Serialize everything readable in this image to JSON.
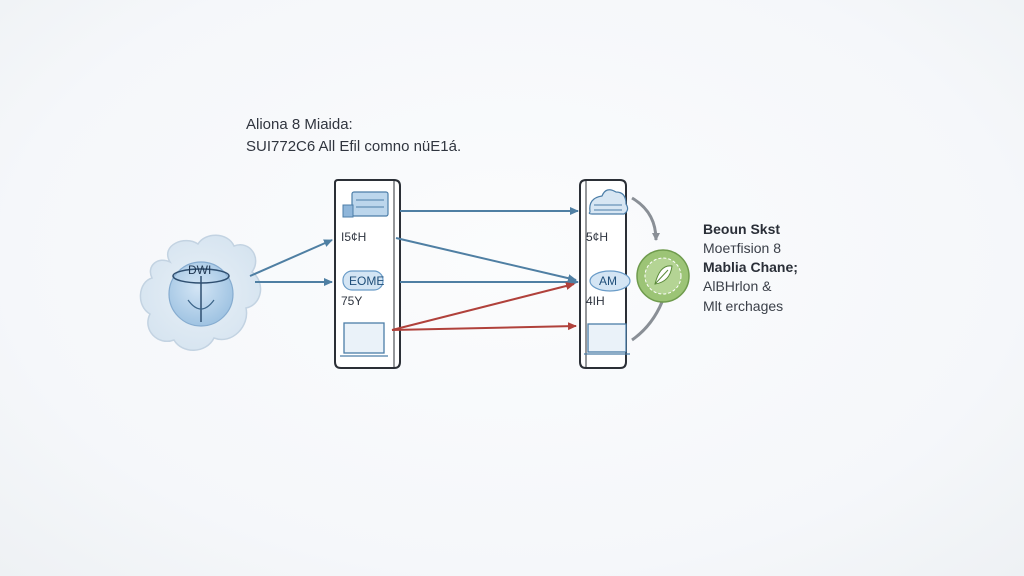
{
  "header": {
    "line1": "Aliona 8 Miaida:",
    "line2": "SUI772C6 All Efil comno nüE1á."
  },
  "cloud": {
    "label": "DWI"
  },
  "left_panel": {
    "label_top": "I5¢H",
    "pill": "EOME",
    "label_mid": "75Y"
  },
  "right_panel": {
    "label_top": "5¢H",
    "pill": "AM",
    "label_mid": "4IH"
  },
  "side_text": {
    "title": "Beoun Skst",
    "line1": "Moeтfision 8",
    "line2": "Mablia Chane;",
    "line3": "AlBHrlon &",
    "line4": "Mlt erchages"
  },
  "colors": {
    "blue_arrow": "#4f7fa3",
    "red_arrow": "#b0413b",
    "panel_stroke": "#2b2f36",
    "cloud_fill": "#dbe7f2",
    "icon_blue": "#6a9cc8",
    "green_badge": "#8bb766",
    "gray_arc": "#8a8f96"
  }
}
